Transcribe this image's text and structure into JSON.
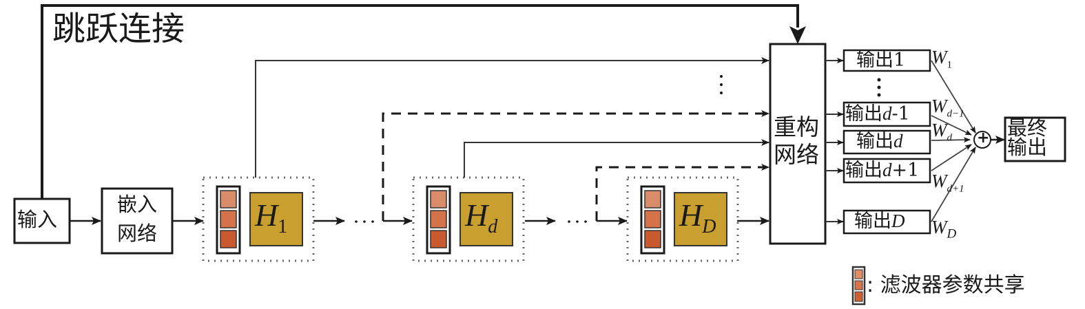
{
  "diagram": {
    "skip_label": "跳跃连接",
    "input_label": "输入",
    "embed_label": [
      "嵌入",
      "网络"
    ],
    "blocks": [
      {
        "main": "H",
        "sub": "1"
      },
      {
        "main": "H",
        "sub": "d"
      },
      {
        "main": "H",
        "sub": "D"
      }
    ],
    "ellipsis": "···",
    "recon_label": [
      "重构",
      "网络"
    ],
    "outputs": [
      {
        "prefix": "输出",
        "suffix": "1",
        "suffix_italic": false,
        "weight": "W",
        "weight_sub": "1"
      },
      {
        "prefix": "输出",
        "suffix": "d",
        "suffix_italic": true,
        "suffix_tail": "-1",
        "weight": "W",
        "weight_sub": "d−1"
      },
      {
        "prefix": "输出",
        "suffix": "d",
        "suffix_italic": true,
        "suffix_tail": "",
        "weight": "W",
        "weight_sub": "d"
      },
      {
        "prefix": "输出",
        "suffix": "d",
        "suffix_italic": true,
        "suffix_tail": "+1",
        "weight": "W",
        "weight_sub": "d+1"
      },
      {
        "prefix": "输出",
        "suffix": "D",
        "suffix_italic": true,
        "suffix_tail": "",
        "weight": "W",
        "weight_sub": "D"
      }
    ],
    "sum_symbol": "+",
    "final_label": [
      "最终",
      "输出"
    ],
    "legend_text": ": 滤波器参数共享",
    "colors": {
      "block_fill": "#c9a030",
      "filter_light": "#d98c6a",
      "filter_mid": "#d4734a",
      "filter_dark": "#c95a30",
      "line": "#1a1a1a",
      "dotted_border": "#666666"
    }
  }
}
